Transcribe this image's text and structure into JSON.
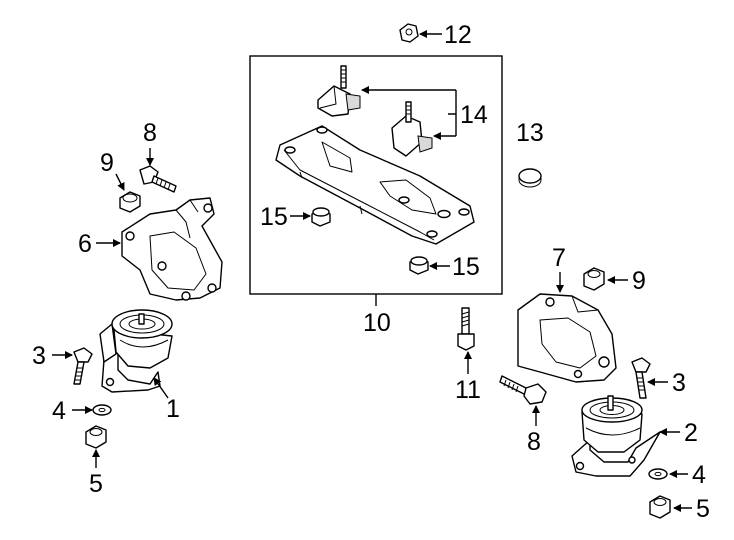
{
  "callouts": {
    "c1": "1",
    "c2": "2",
    "c3a": "3",
    "c3b": "3",
    "c4a": "4",
    "c4b": "4",
    "c5a": "5",
    "c5b": "5",
    "c6": "6",
    "c7": "7",
    "c8a": "8",
    "c8b": "8",
    "c9a": "9",
    "c9b": "9",
    "c10": "10",
    "c11": "11",
    "c12": "12",
    "c13": "13",
    "c14": "14",
    "c15a": "15",
    "c15b": "15"
  }
}
